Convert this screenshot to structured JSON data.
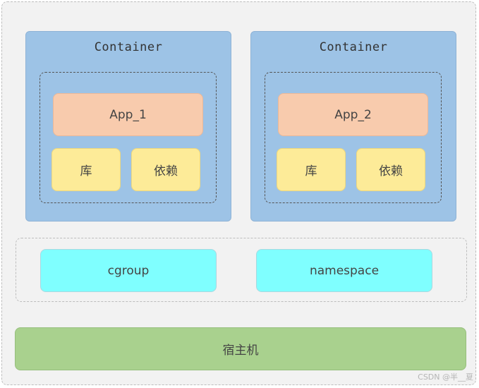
{
  "containers": [
    {
      "title": "Container",
      "app": "App_1",
      "lib": "库",
      "dep": "依赖"
    },
    {
      "title": "Container",
      "app": "App_2",
      "lib": "库",
      "dep": "依赖"
    }
  ],
  "kernel": {
    "cgroup": "cgroup",
    "namespace": "namespace"
  },
  "host": "宿主机",
  "watermark": "CSDN @半__夏",
  "colors": {
    "container": "#9dc3e6",
    "app": "#f8cbad",
    "lib": "#fdeb98",
    "kernel_feature": "#7fffff",
    "host": "#a9d18e",
    "background": "#f2f2f2"
  }
}
